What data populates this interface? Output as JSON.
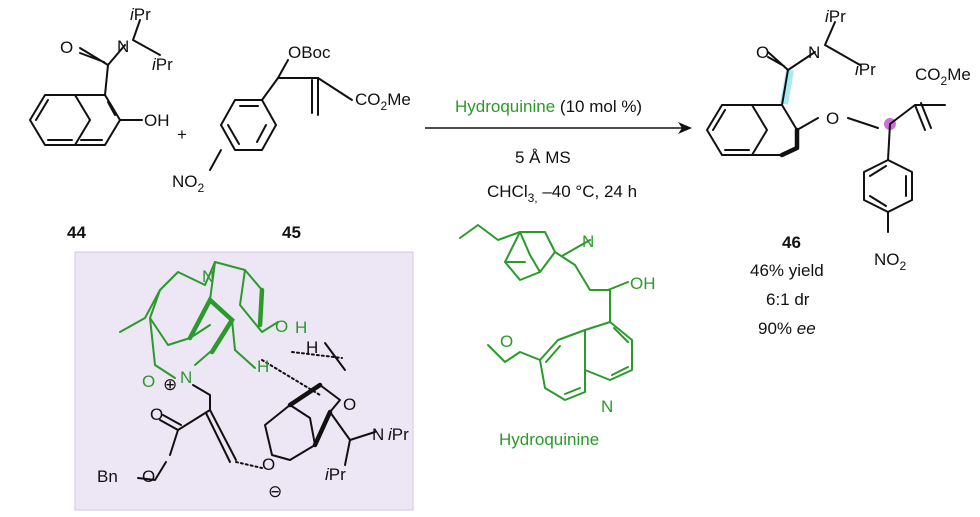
{
  "compounds": {
    "c44": {
      "label": "44"
    },
    "c45": {
      "label": "45"
    },
    "c46": {
      "label": "46",
      "yield": "46% yield",
      "dr": "6:1 dr",
      "ee_value": "90% ",
      "ee_unit": "ee"
    }
  },
  "atoms": {
    "iPr_i": "i",
    "iPr_r": "Pr",
    "N": "N",
    "O": "O",
    "OH": "OH",
    "H": "H",
    "OBoc": "OBoc",
    "CO2Me_a": "CO",
    "CO2Me_sub": "2",
    "CO2Me_b": "Me",
    "NO2_a": "NO",
    "NO2_sub": "2",
    "plus": "+",
    "Bn": "Bn",
    "OMe_O": "O",
    "cation": "⊕",
    "anion": "⊖"
  },
  "conditions": {
    "catalyst": "Hydroquinine",
    "loading": " (10 mol %)",
    "additive": "5 Å MS",
    "solvent_a": "CHCl",
    "solvent_sub": "3,",
    "solvent_b": " –40 °C, 24 h"
  },
  "catalyst_name": "Hydroquinine",
  "colors": {
    "catalyst_green": "#2a9a2a",
    "ts_box_fill": "#ece6f5",
    "ts_box_border": "#d2c8e4",
    "highlight_cyan": "#5fd8e8",
    "highlight_magenta": "#c04ad0"
  }
}
